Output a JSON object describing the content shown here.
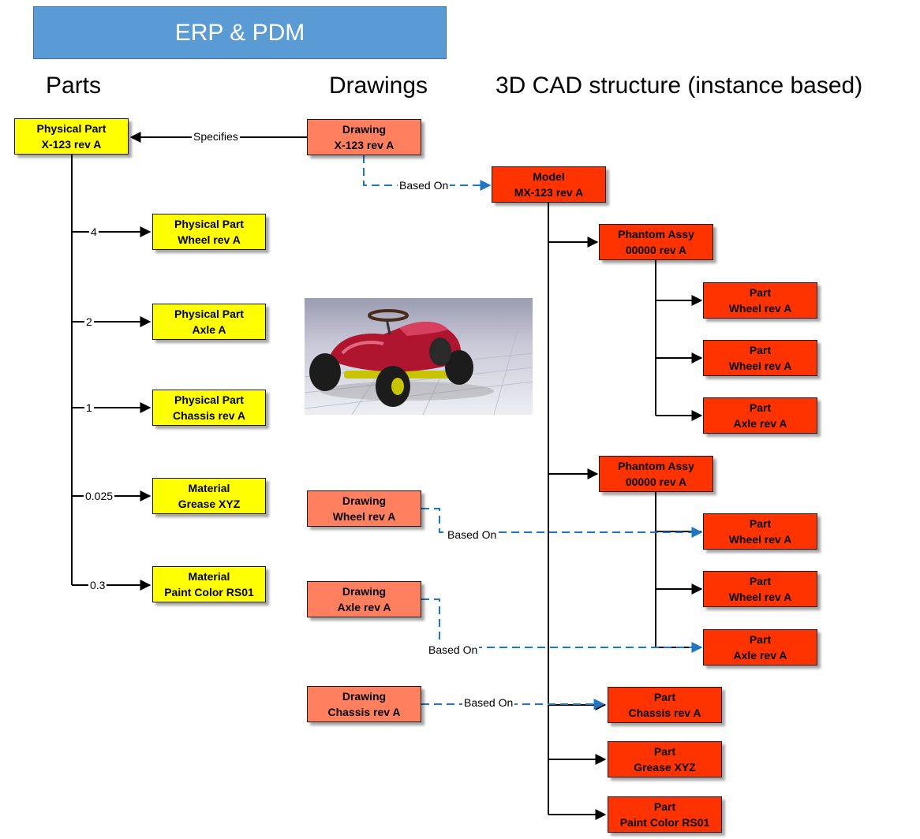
{
  "title": "ERP & PDM",
  "columns": {
    "parts": "Parts",
    "drawings": "Drawings",
    "cad": "3D CAD structure (instance based)"
  },
  "parts": {
    "root": {
      "line1": "Physical Part",
      "line2": "X-123 rev A"
    },
    "wheel": {
      "line1": "Physical Part",
      "line2": "Wheel rev A",
      "qty": "4"
    },
    "axle": {
      "line1": "Physical Part",
      "line2": "Axle A",
      "qty": "2"
    },
    "chassis": {
      "line1": "Physical Part",
      "line2": "Chassis rev A",
      "qty": "1"
    },
    "grease": {
      "line1": "Material",
      "line2": "Grease XYZ",
      "qty": "0.025"
    },
    "paint": {
      "line1": "Material",
      "line2": "Paint Color RS01",
      "qty": "0.3"
    }
  },
  "drawings": {
    "main": {
      "line1": "Drawing",
      "line2": "X-123 rev A"
    },
    "wheel": {
      "line1": "Drawing",
      "line2": "Wheel rev A"
    },
    "axle": {
      "line1": "Drawing",
      "line2": "Axle rev A"
    },
    "chassis": {
      "line1": "Drawing",
      "line2": "Chassis rev A"
    }
  },
  "cad": {
    "model": {
      "line1": "Model",
      "line2": "MX-123 rev A"
    },
    "phantom1": {
      "line1": "Phantom Assy",
      "line2": "00000 rev A"
    },
    "p1_wheel1": {
      "line1": "Part",
      "line2": "Wheel  rev A"
    },
    "p1_wheel2": {
      "line1": "Part",
      "line2": "Wheel  rev A"
    },
    "p1_axle": {
      "line1": "Part",
      "line2": "Axle rev A"
    },
    "phantom2": {
      "line1": "Phantom Assy",
      "line2": "00000 rev A"
    },
    "p2_wheel1": {
      "line1": "Part",
      "line2": "Wheel  rev A"
    },
    "p2_wheel2": {
      "line1": "Part",
      "line2": "Wheel  rev A"
    },
    "p2_axle": {
      "line1": "Part",
      "line2": "Axle rev A"
    },
    "chassis": {
      "line1": "Part",
      "line2": "Chassis  rev A"
    },
    "grease": {
      "line1": "Part",
      "line2": "Grease XYZ"
    },
    "paint": {
      "line1": "Part",
      "line2": "Paint Color RS01"
    }
  },
  "relations": {
    "specifies": "Specifies",
    "based_on": "Based On"
  },
  "colors": {
    "banner": "#5b9bd5",
    "part": "#ffff00",
    "drawing": "#ff7f5f",
    "cad": "#ff3300",
    "based_on_link": "#1f77c4"
  }
}
